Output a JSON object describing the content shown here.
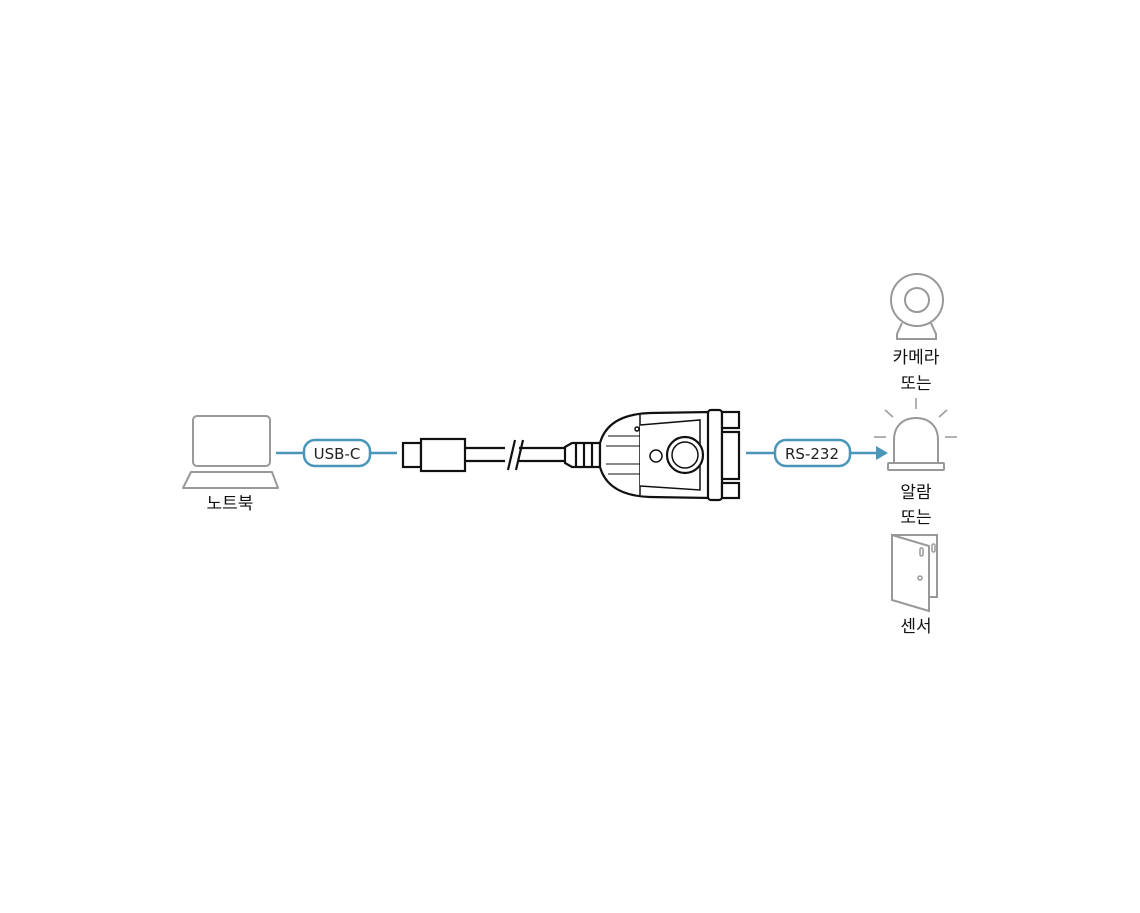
{
  "labels": {
    "laptop": "노트북",
    "camera": "카메라",
    "or1": "또는",
    "alarm": "알람",
    "or2": "또는",
    "sensor": "센서"
  },
  "connections": {
    "left": "USB-C",
    "right": "RS-232"
  },
  "colors": {
    "accent": "#4a96b8",
    "icon_gray": "#999999",
    "stroke": "#111111"
  }
}
